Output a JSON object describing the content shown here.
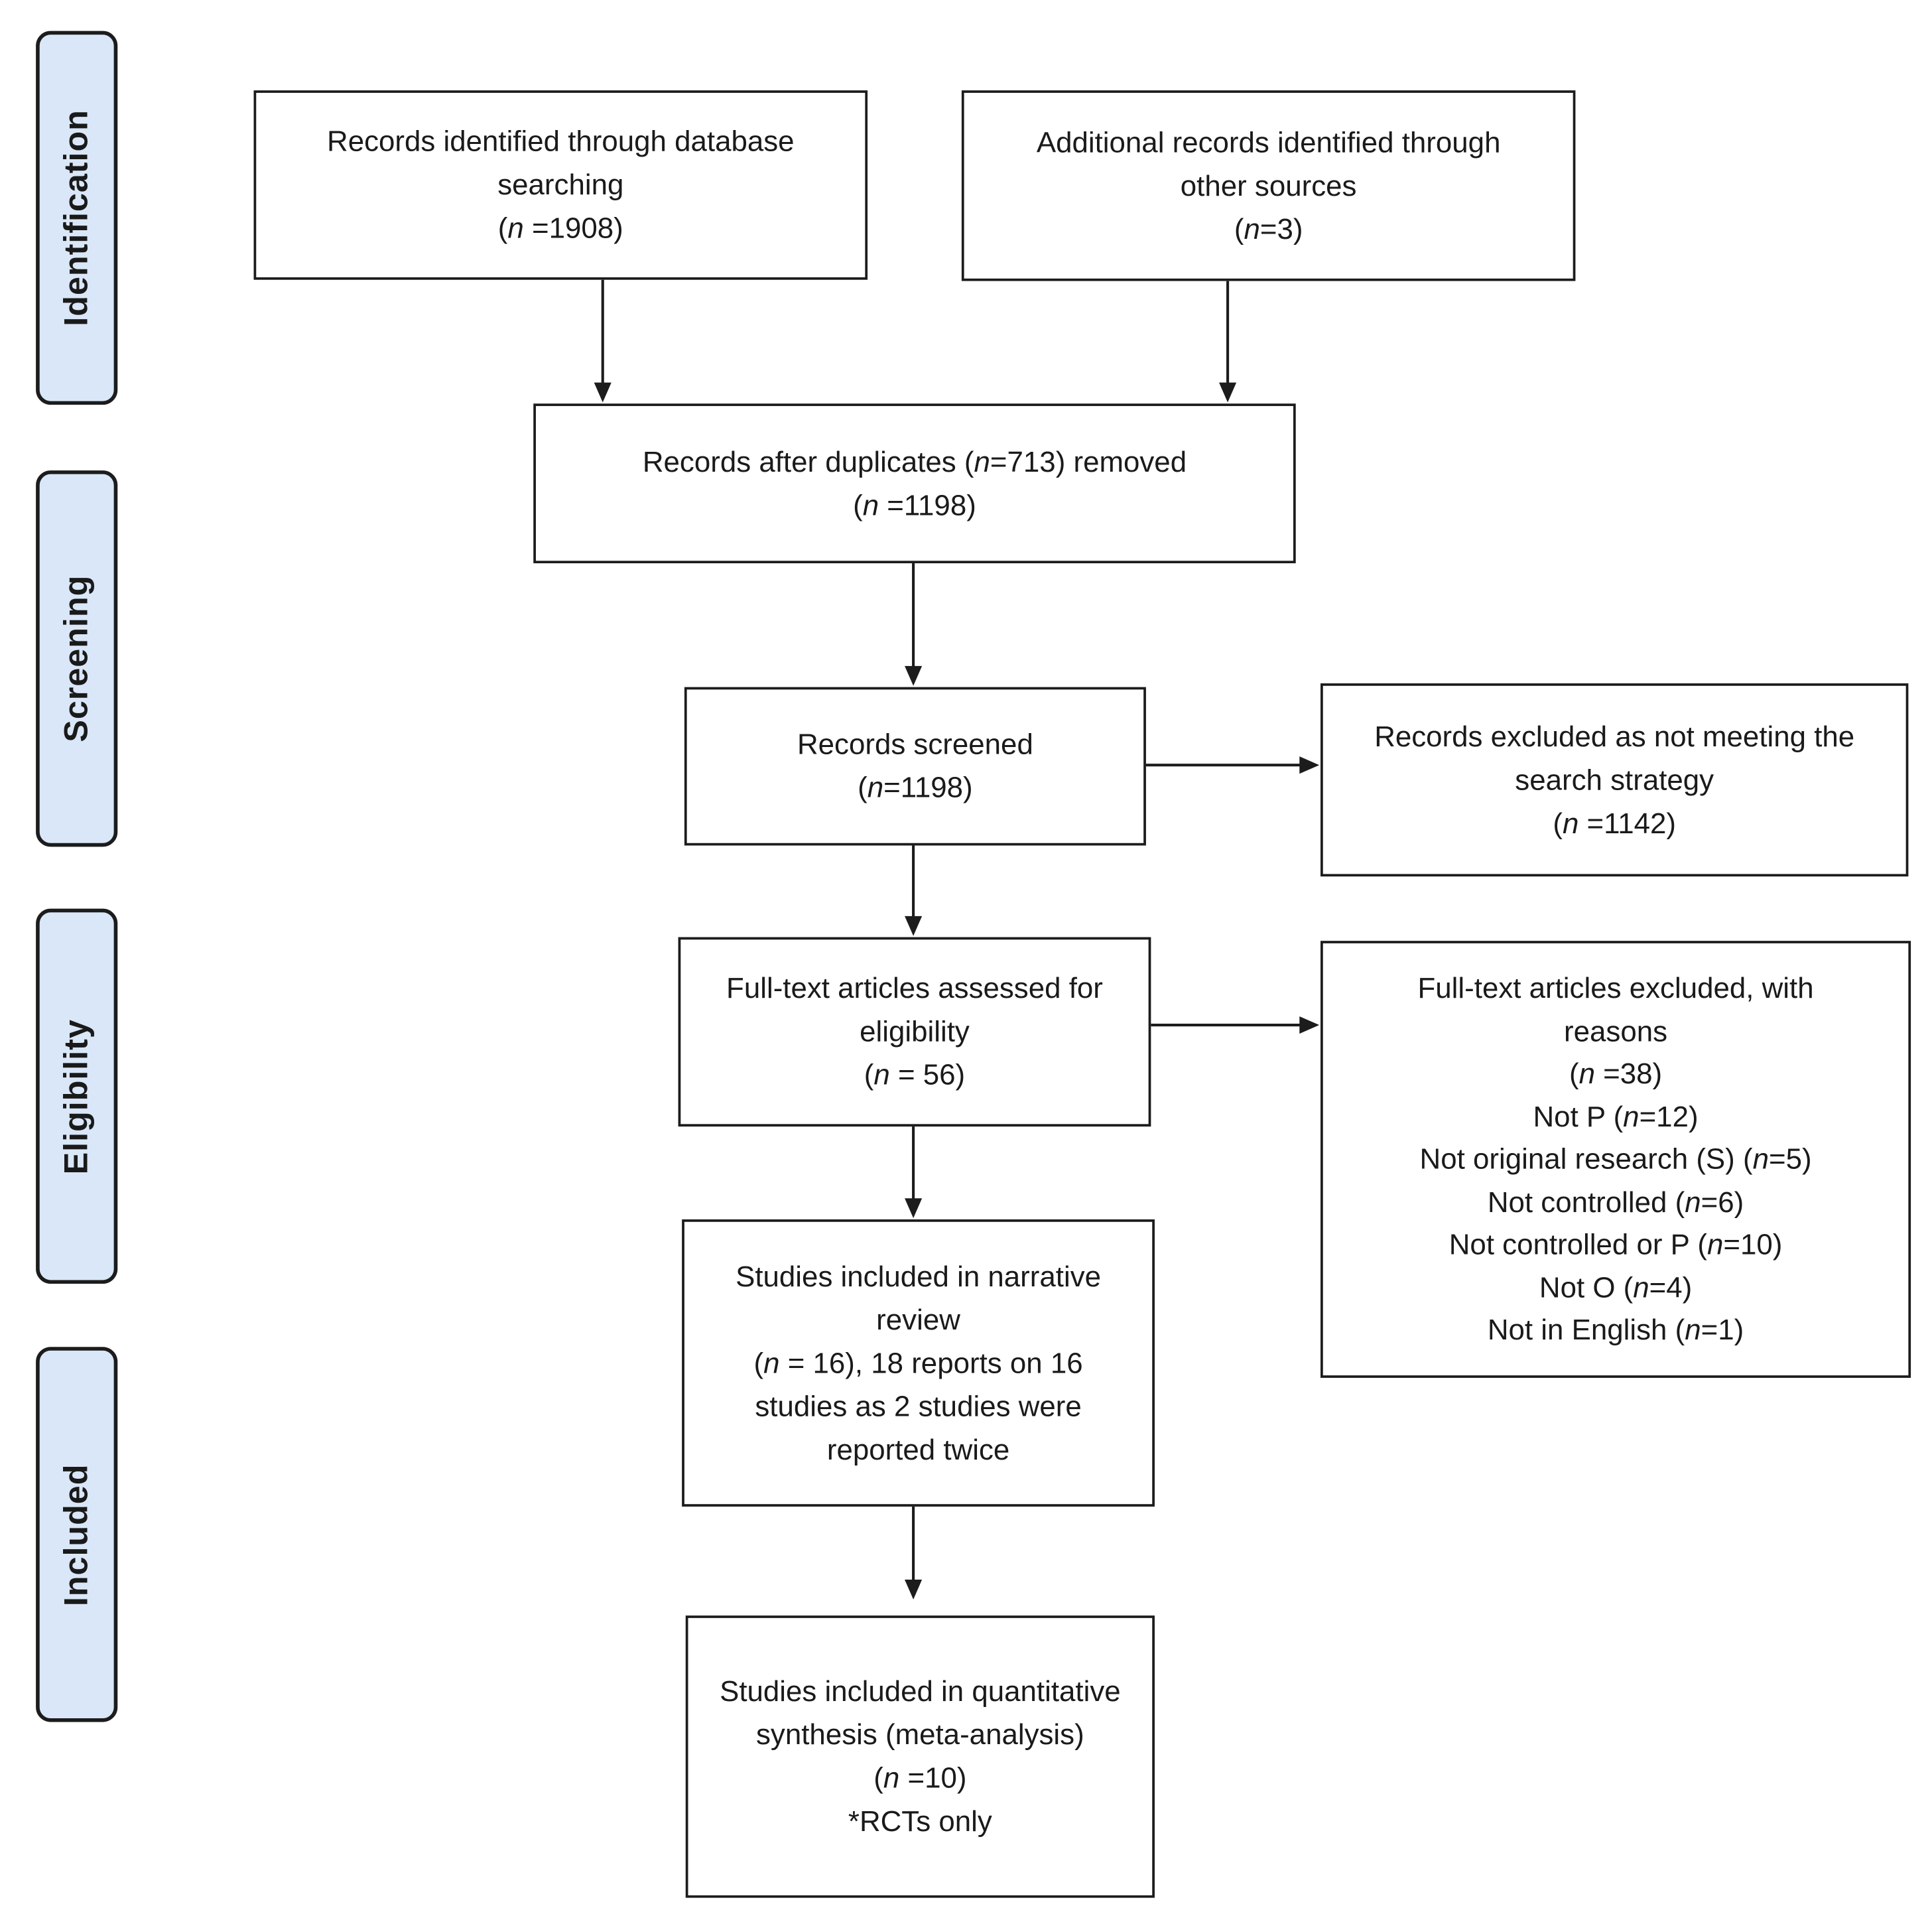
{
  "phases": {
    "identification": "Identification",
    "screening": "Screening",
    "eligibility": "Eligibility",
    "included": "Included"
  },
  "boxes": {
    "database_search": {
      "text": "Records identified through database searching",
      "n_prefix": "(",
      "n_label": "n",
      "n_value": " =1908)"
    },
    "other_sources": {
      "text": "Additional records identified through other sources",
      "n_prefix": "(",
      "n_label": "n",
      "n_value": "=3)"
    },
    "after_duplicates": {
      "line1_a": "Records after duplicates (",
      "line1_n": "n",
      "line1_b": "=713) removed",
      "n_prefix": "(",
      "n_label": "n",
      "n_value": " =1198)"
    },
    "screened": {
      "text": "Records screened",
      "n_prefix": "(",
      "n_label": "n",
      "n_value": "=1198)"
    },
    "excluded_search": {
      "text": "Records excluded as not meeting the search strategy",
      "n_prefix": "(",
      "n_label": "n",
      "n_value": " =1142)"
    },
    "fulltext_assessed": {
      "text": "Full-text articles assessed for eligibility",
      "n_prefix": "(",
      "n_label": "n",
      "n_value": " = 56)"
    },
    "fulltext_excluded": {
      "text": "Full-text articles excluded, with reasons",
      "n_prefix": "(",
      "n_label": "n",
      "n_value": " =38)",
      "reasons": [
        {
          "a": "Not P (",
          "n": "n",
          "b": "=12)"
        },
        {
          "a": "Not original research (S) (",
          "n": "n",
          "b": "=5)"
        },
        {
          "a": "Not controlled (",
          "n": "n",
          "b": "=6)"
        },
        {
          "a": "Not controlled or P (",
          "n": "n",
          "b": "=10)"
        },
        {
          "a": "Not O (",
          "n": "n",
          "b": "=4)"
        },
        {
          "a": "Not in English (",
          "n": "n",
          "b": "=1)"
        }
      ]
    },
    "narrative": {
      "text": "Studies included in narrative review",
      "n_prefix": "(",
      "n_label": "n",
      "n_value": " = 16), 18 reports on 16 studies as 2 studies were reported twice"
    },
    "quantitative": {
      "text": "Studies included in quantitative synthesis (meta-analysis)",
      "n_prefix": "(",
      "n_label": "n",
      "n_value": " =10)",
      "note": "*RCTs only"
    }
  }
}
